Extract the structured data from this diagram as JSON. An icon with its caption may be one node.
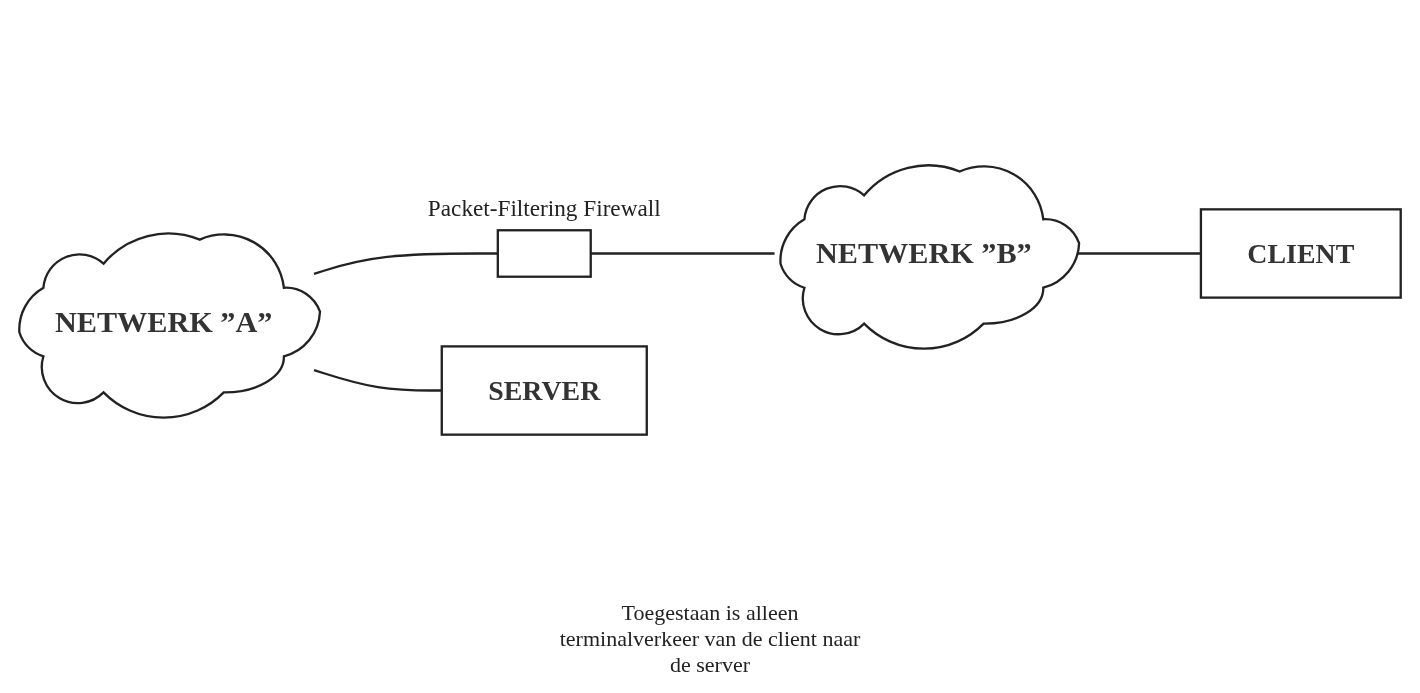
{
  "diagram": {
    "nodes": [
      {
        "text": [
          "NETWERK ”A”"
        ]
      },
      {
        "text": [],
        "shape": "box",
        "beside": [
          "Packet-Filtering Firewall"
        ]
      },
      {
        "text": [
          "NETWERK ”B”"
        ]
      },
      {
        "text": [
          "SERVER"
        ]
      },
      {
        "text": [
          "CLIENT"
        ]
      }
    ],
    "edges": [
      {
        "from": 0,
        "to": 1,
        "arrow": "none"
      },
      {
        "from": 1,
        "to": 2,
        "arrow": "none"
      },
      {
        "from": 0,
        "to": 3,
        "arrow": "none"
      },
      {
        "from": 2,
        "to": 4,
        "arrow": "none"
      }
    ],
    "labels": [
      "Toegestaan is alleen terminalverkeer van de client naar de server"
    ]
  }
}
